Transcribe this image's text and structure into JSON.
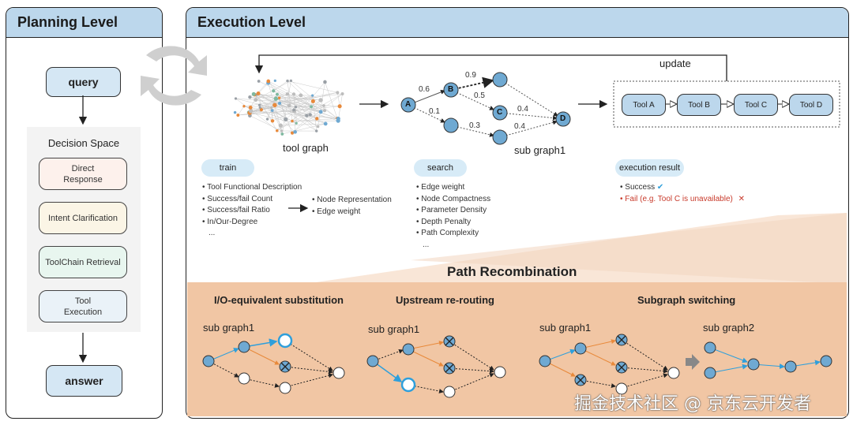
{
  "planning": {
    "title": "Planning Level",
    "query": "query",
    "decision_space": "Decision Space",
    "options": [
      {
        "line1": "Direct",
        "line2": "Response",
        "bg": "#fdf1ec"
      },
      {
        "line1": "Intent Clarification",
        "line2": "",
        "bg": "#fbf5e6"
      },
      {
        "line1": "ToolChain Retrieval",
        "line2": "",
        "bg": "#e8f6ef"
      },
      {
        "line1": "Tool",
        "line2": "Execution",
        "bg": "#eaf2f8"
      }
    ],
    "answer": "answer"
  },
  "execution": {
    "title": "Execution Level",
    "update": "update",
    "tool_graph_label": "tool graph",
    "sub_graph_label": "sub graph1",
    "edge_weights": {
      "ab": "0.6",
      "a_low": "0.1",
      "b_top": "0.9",
      "b_c": "0.5",
      "low_mid": "0.3",
      "c_d": "0.4",
      "mid_d": "0.4"
    },
    "node_letters": {
      "a": "A",
      "b": "B",
      "c": "C",
      "d": "D"
    },
    "tools": [
      "Tool A",
      "Tool B",
      "Tool C",
      "Tool D"
    ],
    "train": {
      "label": "train",
      "items": [
        "Tool Functional Description",
        "Success/fail Count",
        "Success/fail Ratio",
        "In/Our-Degree",
        "..."
      ],
      "outputs": [
        "Node Representation",
        "Edge weight"
      ]
    },
    "search": {
      "label": "search",
      "items": [
        "Edge weight",
        "Node Compactness",
        "Parameter Density",
        "Depth Penalty",
        "Path Complexity",
        "..."
      ]
    },
    "result": {
      "label": "execution result",
      "success": "Success",
      "success_mark": "✔",
      "fail": "Fail (e.g. Tool C is unavailable)",
      "fail_mark": "✕"
    }
  },
  "recombination": {
    "title": "Path Recombination",
    "sections": [
      {
        "title": "I/O-equivalent substitution",
        "graph": "sub graph1"
      },
      {
        "title": "Upstream re-routing",
        "graph": "sub graph1"
      },
      {
        "title": "Subgraph switching",
        "graph": "sub graph1",
        "graph2": "sub graph2"
      }
    ]
  },
  "watermark": "掘金技术社区 @ 京东云开发者",
  "colors": {
    "header": "#bcd7ec",
    "node": "#6fa9d2",
    "accent": "#2f9fdb",
    "orange": "#e8893a",
    "peach": "#f5d3b8",
    "fail": "#c83a2b"
  }
}
